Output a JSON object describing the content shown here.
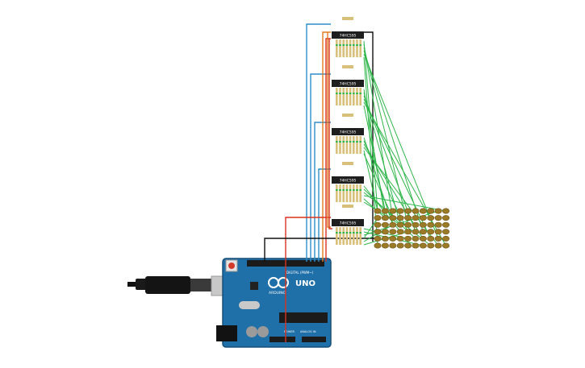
{
  "board": {
    "brand_left": "ARDUINO",
    "brand_right": "UNO",
    "digital_label": "DIGITAL (PWM~)",
    "power_label": "POWER",
    "analog_label": "ANALOG IN"
  },
  "chips": {
    "label": "74HC595",
    "count": 5
  },
  "leds": {
    "rows": 6,
    "columns": 10
  },
  "colors": {
    "board": "#1f6fa8",
    "chip": "#1e1e1e",
    "wire_blue": "#2c8ec7",
    "wire_red": "#d8321f",
    "wire_orange": "#e07c1e",
    "wire_black": "#111111",
    "wire_green": "#2fb64a",
    "led_body": "#9a7a26",
    "resistor": "#d9c07a"
  },
  "icons": [
    "usb-cable-icon",
    "reset-button-icon",
    "arduino-logo-icon",
    "power-jack-icon"
  ]
}
